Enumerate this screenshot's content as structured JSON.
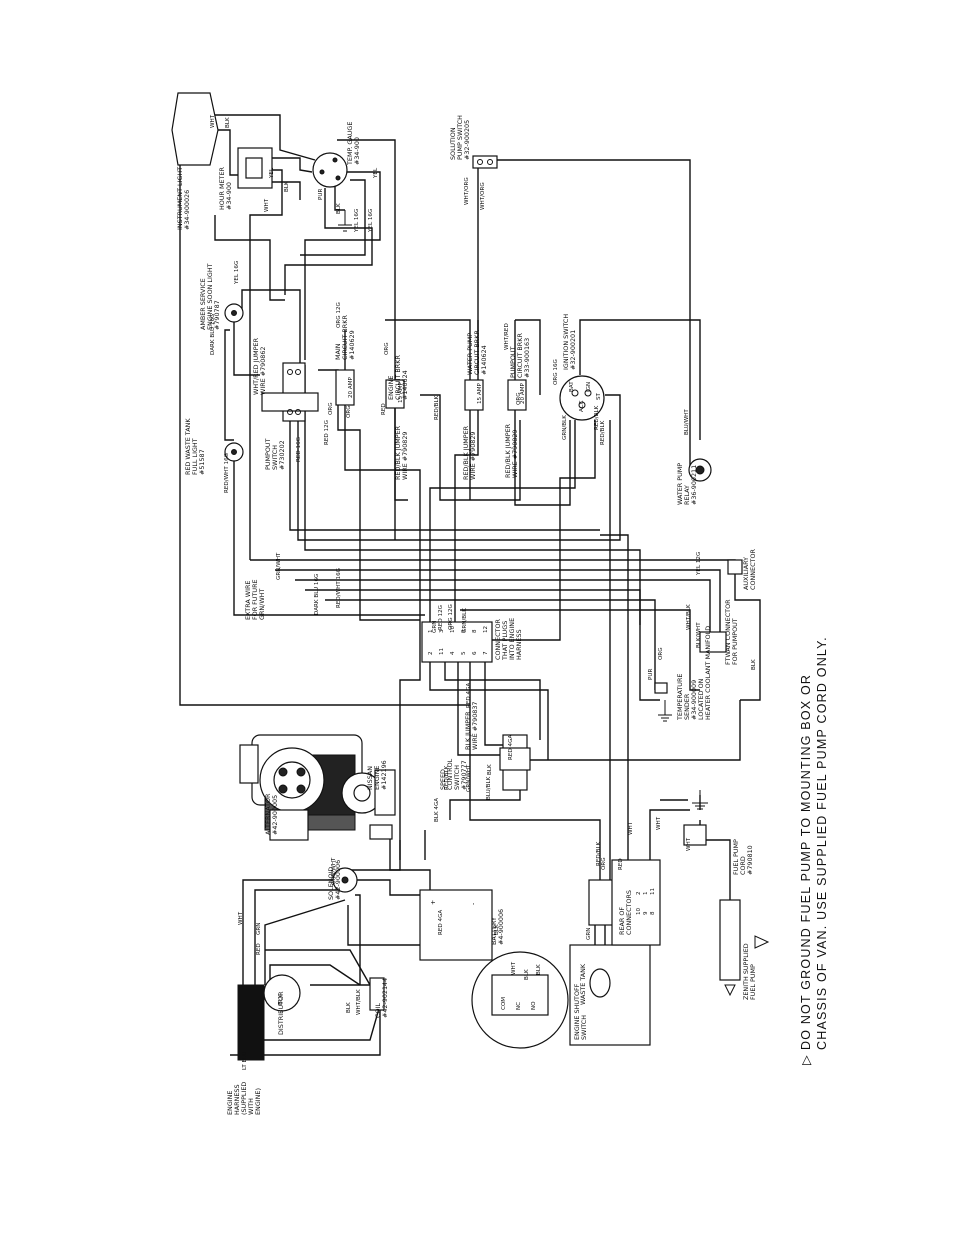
{
  "components": {
    "instrument_light": [
      "INSTRUMENT LIGHT",
      "#34-900026"
    ],
    "hour_meter": [
      "HOUR METER",
      "#34-900"
    ],
    "temp_gauge": [
      "TEMP. GAUGE",
      "#34-900"
    ],
    "solution_pump_switch": [
      "SOLUTION",
      "PUMP SWITCH",
      "#32-900205"
    ],
    "amber_service_light": [
      "AMBER SERVICE",
      "ENGINE SOON LIGHT",
      "#790787"
    ],
    "red_waste_tank_light": [
      "RED WASTE TANK",
      "FULL LIGHT",
      "#51587"
    ],
    "pumpout_switch": [
      "PUMPOUT",
      "SWITCH",
      "#730202"
    ],
    "wht_red_jumper": [
      "WHT/RED JUMPER",
      "WIRE #790862"
    ],
    "main_circuit_brkr": [
      "MAIN",
      "CIRCUIT BRKR",
      "#140629"
    ],
    "engine_circuit_brkr": [
      "ENGINE",
      "CIRCUIT BRKR",
      "#140624"
    ],
    "water_pump_brkr": [
      "WATER PUMP",
      "CIRCUIT BRKR",
      "#140624"
    ],
    "pumpout_brkr": [
      "PUMPOUT",
      "CIRCUIT BRKR",
      "#33-900163"
    ],
    "ignition_switch": [
      "IGNITION SWITCH",
      "#32-900201"
    ],
    "red_blk_jumper_1": [
      "RED/BLK JUMPER",
      "WIRE #790829"
    ],
    "red_blk_jumper_2": [
      "RED/BLK JUMPER",
      "WIRE #790829"
    ],
    "red_blk_jumper_3": [
      "RED/BLK JUMPER",
      "WIRE #790829"
    ],
    "water_pump_relay": [
      "WATER PUMP",
      "RELAY",
      "#36-900211"
    ],
    "extra_wire": [
      "EXTRA WIRE",
      "FOR FUTURE",
      "GRN/WHT"
    ],
    "connector": [
      "CONNECTOR",
      "THAT PLUGS",
      "INTO ENGINE",
      "HARNESS"
    ],
    "auxiliary_connector": [
      "AUXILIARY",
      "CONNECTOR"
    ],
    "ftwan_connector": [
      "FTWAN CONNECTOR",
      "FOR PUMPOUT"
    ],
    "temperature_sender": [
      "TEMPERATURE",
      "SENDER",
      "#34-900009",
      "LOCATED ON",
      "HEATER COOLANT MANIFOLD"
    ],
    "speed_control_switch": [
      "SPEED",
      "CONTROL",
      "SWITCH",
      "#790777"
    ],
    "blk_jumper": [
      "BLK JUMPER",
      "WIRE #790837"
    ],
    "engine": [
      "NISSAN",
      "ENGINE",
      "#142196"
    ],
    "alternator": [
      "ALTERNATOR",
      "#42-900005"
    ],
    "solenoid": [
      "SOLENOID",
      "#42-900006"
    ],
    "battery": [
      "BATTERY",
      "#4-900006"
    ],
    "fuel_pump_cord": [
      "FUEL PUMP",
      "CORD",
      "#790810"
    ],
    "coil": [
      "COIL",
      "#42-902144"
    ],
    "engine_harness": [
      "ENGINE",
      "HARNESS",
      "(SUPPLIED",
      "WITH",
      "ENGINE)"
    ],
    "distributor": [
      "DISTRIBUTOR"
    ],
    "rear_of_connectors": [
      "REAR OF",
      "CONNECTORS"
    ],
    "engine_shutoff_switch": [
      "ENGINE SHUTOFF",
      "SWITCH"
    ],
    "waste_tank": [
      "WASTE TANK"
    ],
    "zenith_fuel_pump": [
      "ZENITH SUPPLIED",
      "FUEL PUMP"
    ]
  },
  "terminals": {
    "connector_pins": [
      "2",
      "1",
      "11",
      "3",
      "4",
      "10",
      "5",
      "9",
      "6",
      "8",
      "7",
      "12"
    ],
    "breaker_amps": [
      "20 AMP",
      "15 AMP",
      "15 AMP",
      "20 AMP"
    ],
    "ignition": [
      "BAT",
      "IGN",
      "ACC",
      "ST"
    ],
    "shutoff": [
      "COM",
      "NC",
      "NO"
    ],
    "battery_posts": [
      "+",
      "-"
    ],
    "fuse_strip": [
      "2",
      "1",
      "11",
      "10",
      "9",
      "8"
    ]
  },
  "wire_labels": [
    "WHT",
    "BLK",
    "YEL",
    "BLK",
    "PUR",
    "BLK",
    "YEL 16G",
    "YEL 16G",
    "WHT/ORG",
    "BLU/WHT",
    "WHT/ORG",
    "WHT",
    "YEL 16G",
    "DARK BLU 16G",
    "ORG 12G",
    "RED",
    "RED 12G",
    "RED 16G",
    "RED/WHT 16G",
    "ORG",
    "RED/BLK",
    "ORG",
    "ORG",
    "ORG",
    "WHT/RED",
    "ORG 16G",
    "GRN/BLK",
    "RED/BLK",
    "RED/BLK",
    "DARK BLU 16G",
    "RED/WHT 16G",
    "GRN/WHT",
    "YEL 12G",
    "WHT/BLK",
    "BLK/WHT",
    "ORG",
    "BLK",
    "PUR",
    "GRN/BLK",
    "ORG 12G",
    "RED 12G",
    "GRN",
    "RED 4GA",
    "RED 4GA",
    "RED 4GA",
    "BLK",
    "BLK",
    "BLK 4GA",
    "WHT",
    "RED",
    "ORG",
    "RED/BLK",
    "GRN",
    "WHT",
    "BLK",
    "BLK",
    "WHT",
    "WHT",
    "GRN",
    "RED",
    "WHT",
    "BLK",
    "LT BLU",
    "BLK",
    "WHT/BLK",
    "GRN/WHT",
    "GRN/WHT",
    "RED/BLK",
    "BLU/BLK",
    "YEL"
  ],
  "note_symbol": "▷",
  "note": [
    "DO NOT GROUND FUEL PUMP TO MOUNTING BOX OR",
    "CHASSIS OF VAN. USE SUPPLIED FUEL PUMP CORD ONLY."
  ]
}
